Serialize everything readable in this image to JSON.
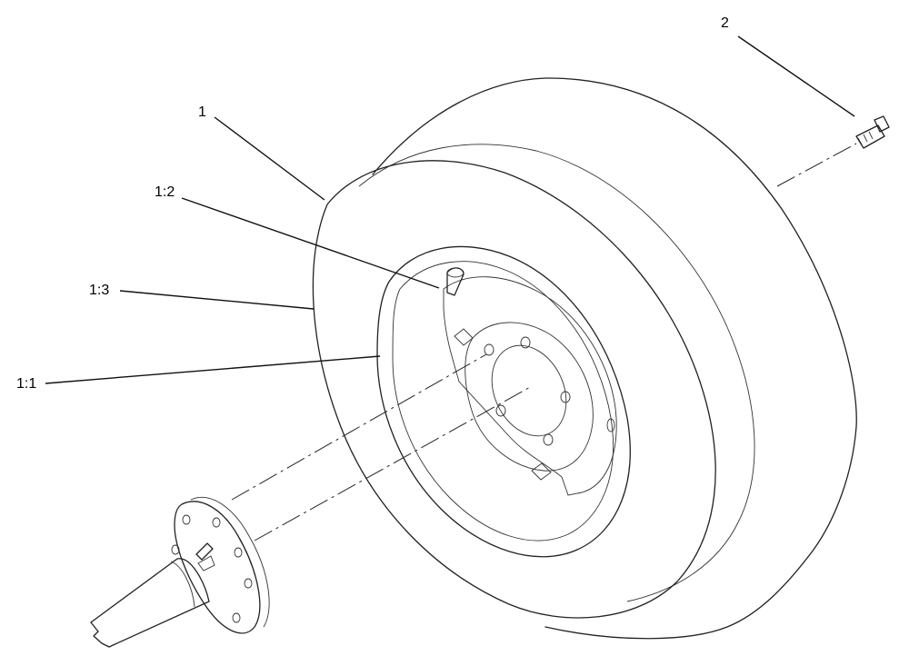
{
  "callouts": {
    "item_2": "2",
    "item_1": "1",
    "item_1_2": "1:2",
    "item_1_3": "1:3",
    "item_1_1": "1:1"
  }
}
